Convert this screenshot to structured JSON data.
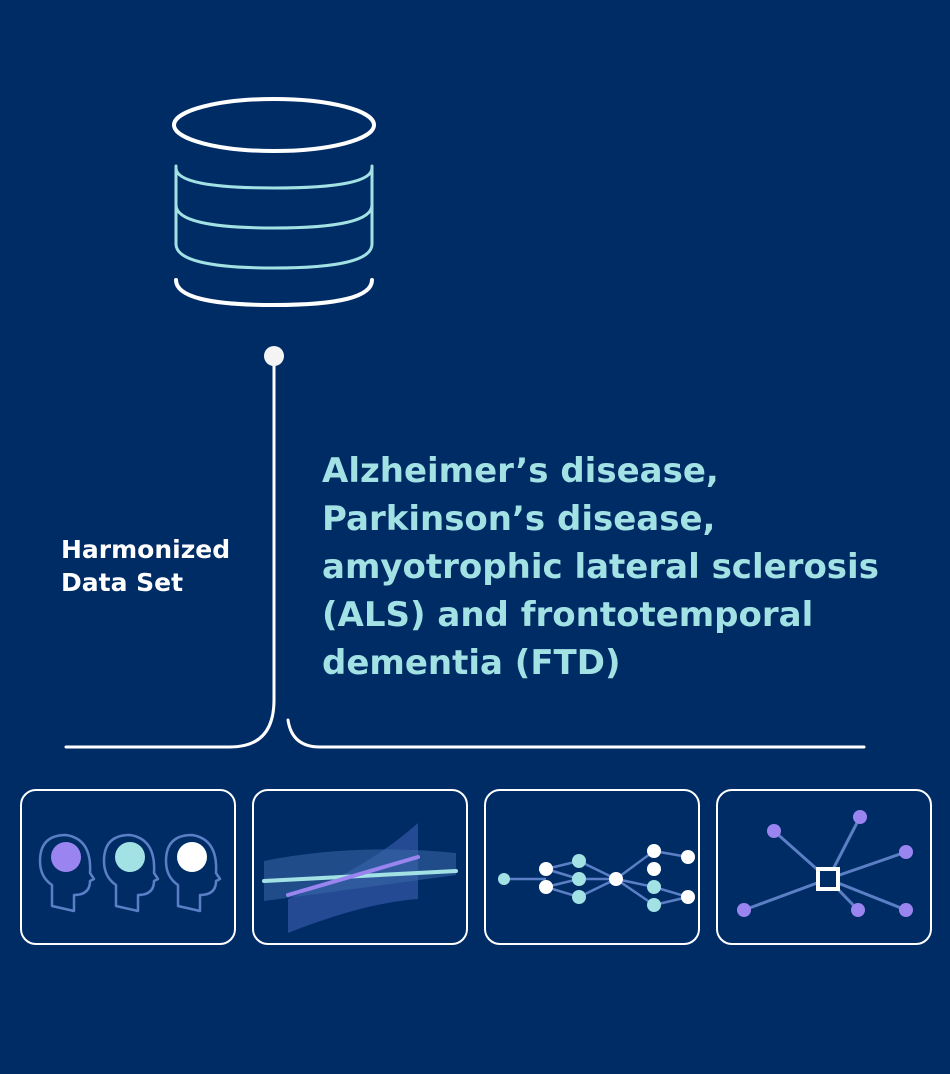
{
  "left_label": {
    "lines": [
      "Harmonized",
      "Data Set"
    ]
  },
  "right_label": {
    "lines": [
      "Alzheimer’s disease,",
      "Parkinson’s disease,",
      "amyotrophic lateral sclerosis",
      "(ALS) and frontotemporal",
      "dementia (FTD)"
    ]
  },
  "colors": {
    "background": "#002c66",
    "teal_text": "#a3e2e4",
    "purple": "#9a85f0",
    "teal": "#a3e2e4",
    "white": "#ffffff",
    "line_blue": "#5b7fc4"
  },
  "icons": [
    "database-icon",
    "heads-cohort-icon",
    "regression-confidence-icon",
    "neural-network-icon",
    "hub-network-icon"
  ]
}
